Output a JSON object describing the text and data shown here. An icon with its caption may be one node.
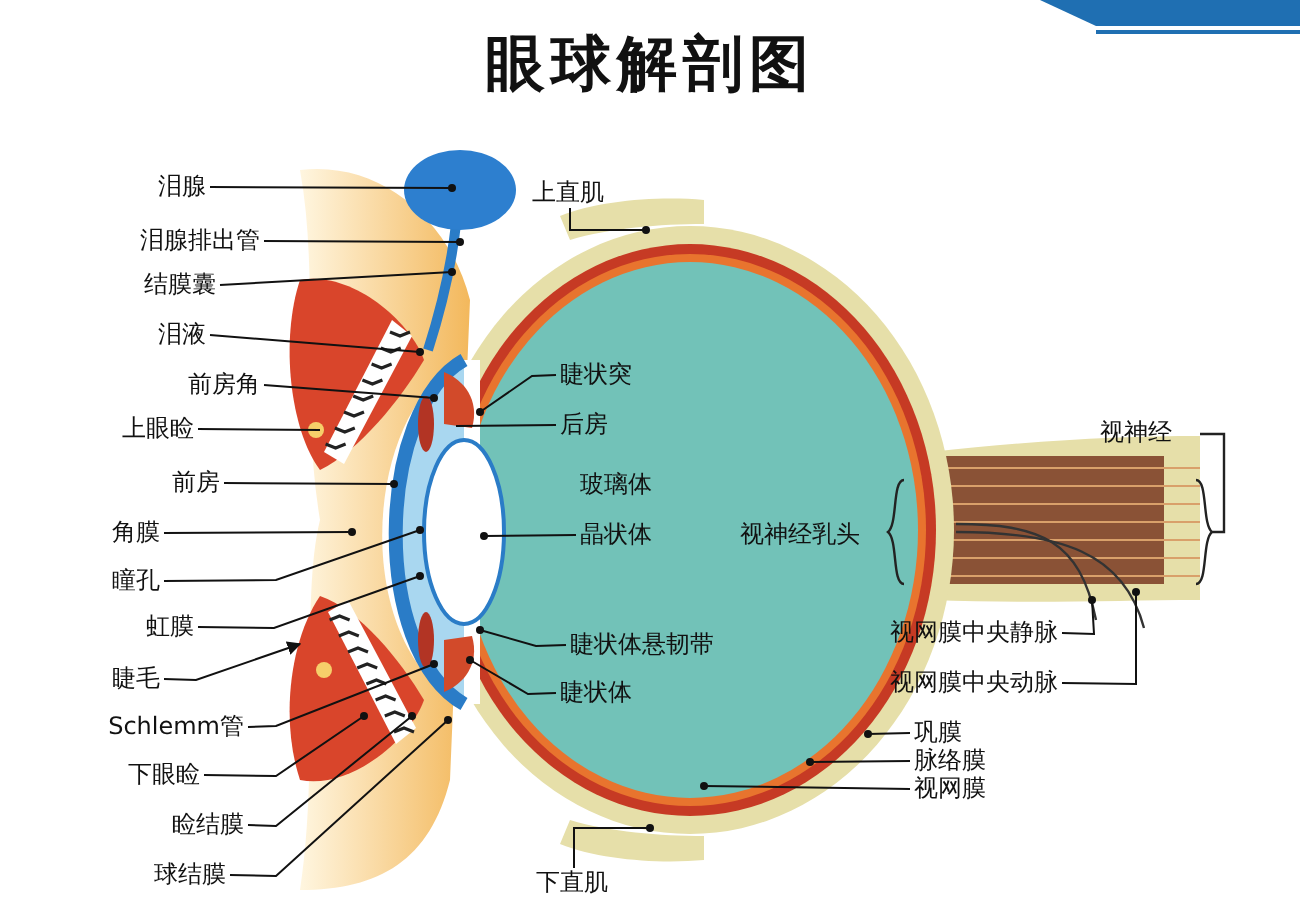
{
  "diagram": {
    "title": "眼球解剖图",
    "nodes": [
      {
        "text": [
          "泪腺"
        ]
      },
      {
        "text": [
          "泪腺排出管"
        ]
      },
      {
        "text": [
          "结膜囊"
        ]
      },
      {
        "text": [
          "泪液"
        ]
      },
      {
        "text": [
          "前房角"
        ]
      },
      {
        "text": [
          "上眼睑"
        ]
      },
      {
        "text": [
          "前房"
        ]
      },
      {
        "text": [
          "角膜"
        ]
      },
      {
        "text": [
          "瞳孔"
        ]
      },
      {
        "text": [
          "虹膜"
        ]
      },
      {
        "text": [
          "睫毛"
        ]
      },
      {
        "text": [
          "Schlemm管"
        ]
      },
      {
        "text": [
          "下眼睑"
        ]
      },
      {
        "text": [
          "睑结膜"
        ]
      },
      {
        "text": [
          "球结膜"
        ]
      },
      {
        "text": [
          "上直肌"
        ]
      },
      {
        "text": [
          "睫状突"
        ]
      },
      {
        "text": [
          "后房"
        ]
      },
      {
        "text": [
          "晶状体"
        ]
      },
      {
        "text": [
          "睫状体悬韧带"
        ]
      },
      {
        "text": [
          "睫状体"
        ]
      },
      {
        "text": [
          "视网膜中央静脉"
        ]
      },
      {
        "text": [
          "视网膜中央动脉"
        ]
      },
      {
        "text": [
          "巩膜"
        ]
      },
      {
        "text": [
          "脉络膜"
        ]
      },
      {
        "text": [
          "视网膜"
        ]
      },
      {
        "text": [
          "下直肌"
        ]
      }
    ],
    "edges": [
      {
        "from": 0,
        "to": null,
        "arrow": "other"
      },
      {
        "from": 1,
        "to": null,
        "arrow": "other"
      },
      {
        "from": 2,
        "to": null,
        "arrow": "other"
      },
      {
        "from": 3,
        "to": null,
        "arrow": "other"
      },
      {
        "from": 4,
        "to": null,
        "arrow": "other"
      },
      {
        "from": 5,
        "to": null,
        "arrow": "none"
      },
      {
        "from": 6,
        "to": null,
        "arrow": "other"
      },
      {
        "from": 7,
        "to": null,
        "arrow": "other"
      },
      {
        "from": 8,
        "to": null,
        "arrow": "other"
      },
      {
        "from": 9,
        "to": null,
        "arrow": "other"
      },
      {
        "from": 10,
        "to": null,
        "arrow": "to"
      },
      {
        "from": 11,
        "to": null,
        "arrow": "other"
      },
      {
        "from": 12,
        "to": null,
        "arrow": "other"
      },
      {
        "from": 13,
        "to": null,
        "arrow": "other"
      },
      {
        "from": 14,
        "to": null,
        "arrow": "other"
      },
      {
        "from": 15,
        "to": null,
        "arrow": "other"
      },
      {
        "from": 16,
        "to": null,
        "arrow": "other"
      },
      {
        "from": 17,
        "to": null,
        "arrow": "none"
      },
      {
        "from": 18,
        "to": null,
        "arrow": "other"
      },
      {
        "from": 19,
        "to": null,
        "arrow": "other"
      },
      {
        "from": 20,
        "to": null,
        "arrow": "other"
      },
      {
        "from": 21,
        "to": null,
        "arrow": "other"
      },
      {
        "from": 22,
        "to": null,
        "arrow": "other"
      },
      {
        "from": 23,
        "to": null,
        "arrow": "other"
      },
      {
        "from": 24,
        "to": null,
        "arrow": "other"
      },
      {
        "from": 25,
        "to": null,
        "arrow": "other"
      },
      {
        "from": 26,
        "to": null,
        "arrow": "other"
      }
    ],
    "labels": [
      "玻璃体",
      "视神经乳头",
      "视神经"
    ]
  }
}
